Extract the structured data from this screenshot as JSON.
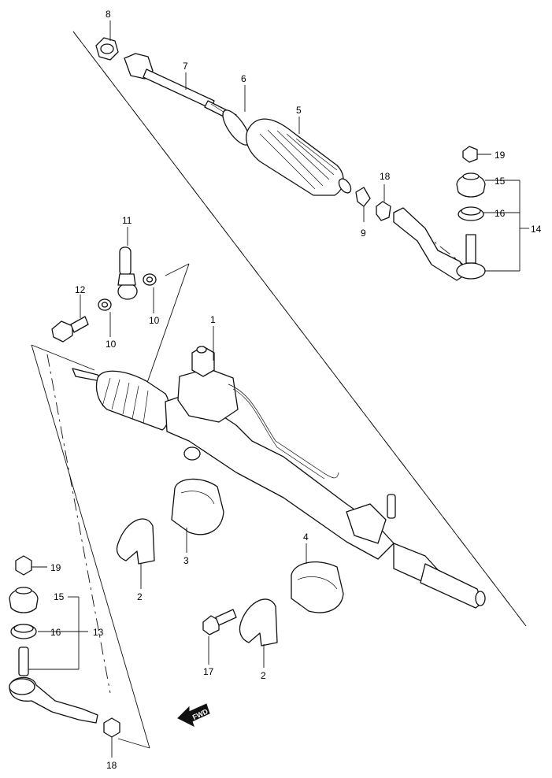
{
  "callouts": {
    "c1": "1",
    "c2a": "2",
    "c2b": "2",
    "c3": "3",
    "c4": "4",
    "c5": "5",
    "c6": "6",
    "c7": "7",
    "c8": "8",
    "c9": "9",
    "c10a": "10",
    "c10b": "10",
    "c11": "11",
    "c12": "12",
    "c13": "13",
    "c14": "14",
    "c15a": "15",
    "c15b": "15",
    "c16a": "16",
    "c16b": "16",
    "c17": "17",
    "c18a": "18",
    "c18b": "18",
    "c19a": "19",
    "c19b": "19"
  },
  "fwd_badge": "FWD",
  "colors": {
    "ink": "#111111",
    "paper": "#ffffff"
  }
}
